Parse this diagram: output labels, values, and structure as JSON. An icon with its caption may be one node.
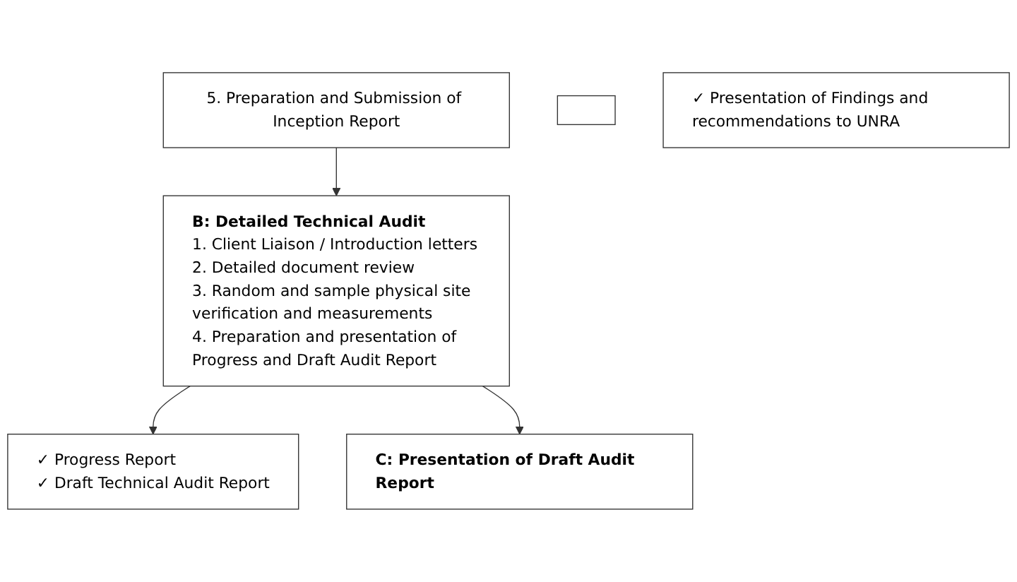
{
  "diagram": {
    "nodes": [
      {
        "text": [
          "5. Preparation and Submission of Inception Report"
        ]
      },
      {
        "text": [],
        "shape": "box"
      },
      {
        "text": [
          "B: Detailed Technical Audit",
          "1. Client Liaison / Introduction letters",
          "2. Detailed document review",
          "3. Random and sample physical site verification and measurements",
          "4. Preparation and presentation of Progress and Draft Audit Report"
        ]
      },
      {
        "text": [
          "✓ Progress Report",
          "✓ Draft Technical Audit Report"
        ]
      },
      {
        "text": [
          "C: Presentation of Draft Audit Report"
        ]
      },
      {
        "text": [
          "✓ Presentation of Findings and recommendations to UNRA"
        ]
      }
    ],
    "edges": [
      {
        "from": 0,
        "to": 2,
        "arrow": "to"
      },
      {
        "from": 2,
        "to": 3,
        "arrow": "to"
      },
      {
        "from": 2,
        "to": 4,
        "arrow": "to"
      }
    ]
  }
}
